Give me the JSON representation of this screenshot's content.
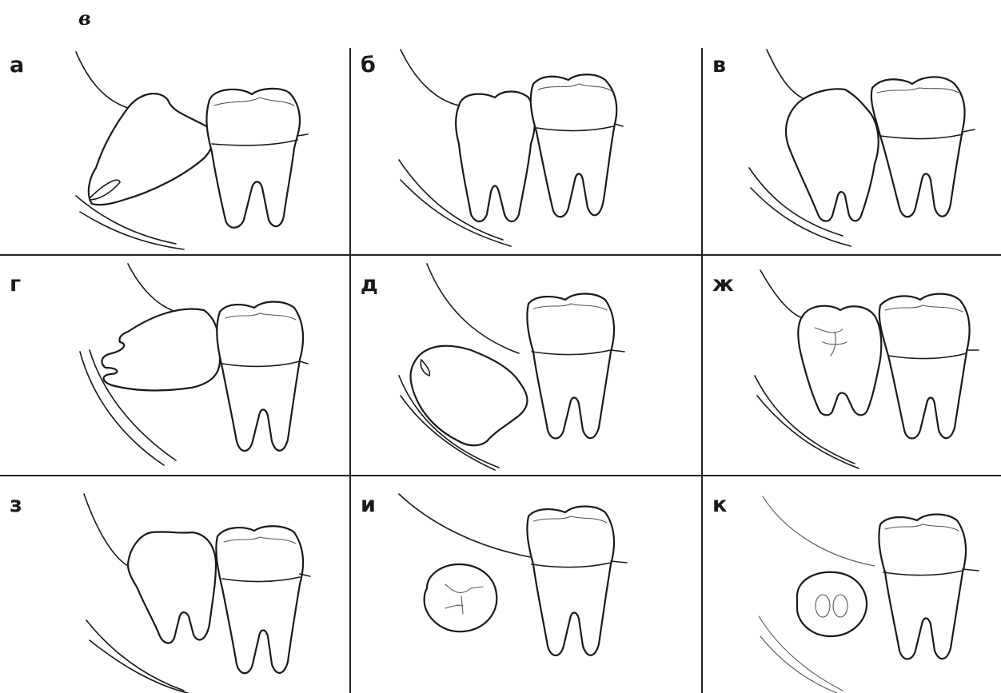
{
  "figure": {
    "mark": "в"
  },
  "panels": [
    {
      "label": "а"
    },
    {
      "label": "б"
    },
    {
      "label": "в"
    },
    {
      "label": "г"
    },
    {
      "label": "д"
    },
    {
      "label": "ж"
    },
    {
      "label": "з"
    },
    {
      "label": "и"
    },
    {
      "label": "к"
    }
  ]
}
